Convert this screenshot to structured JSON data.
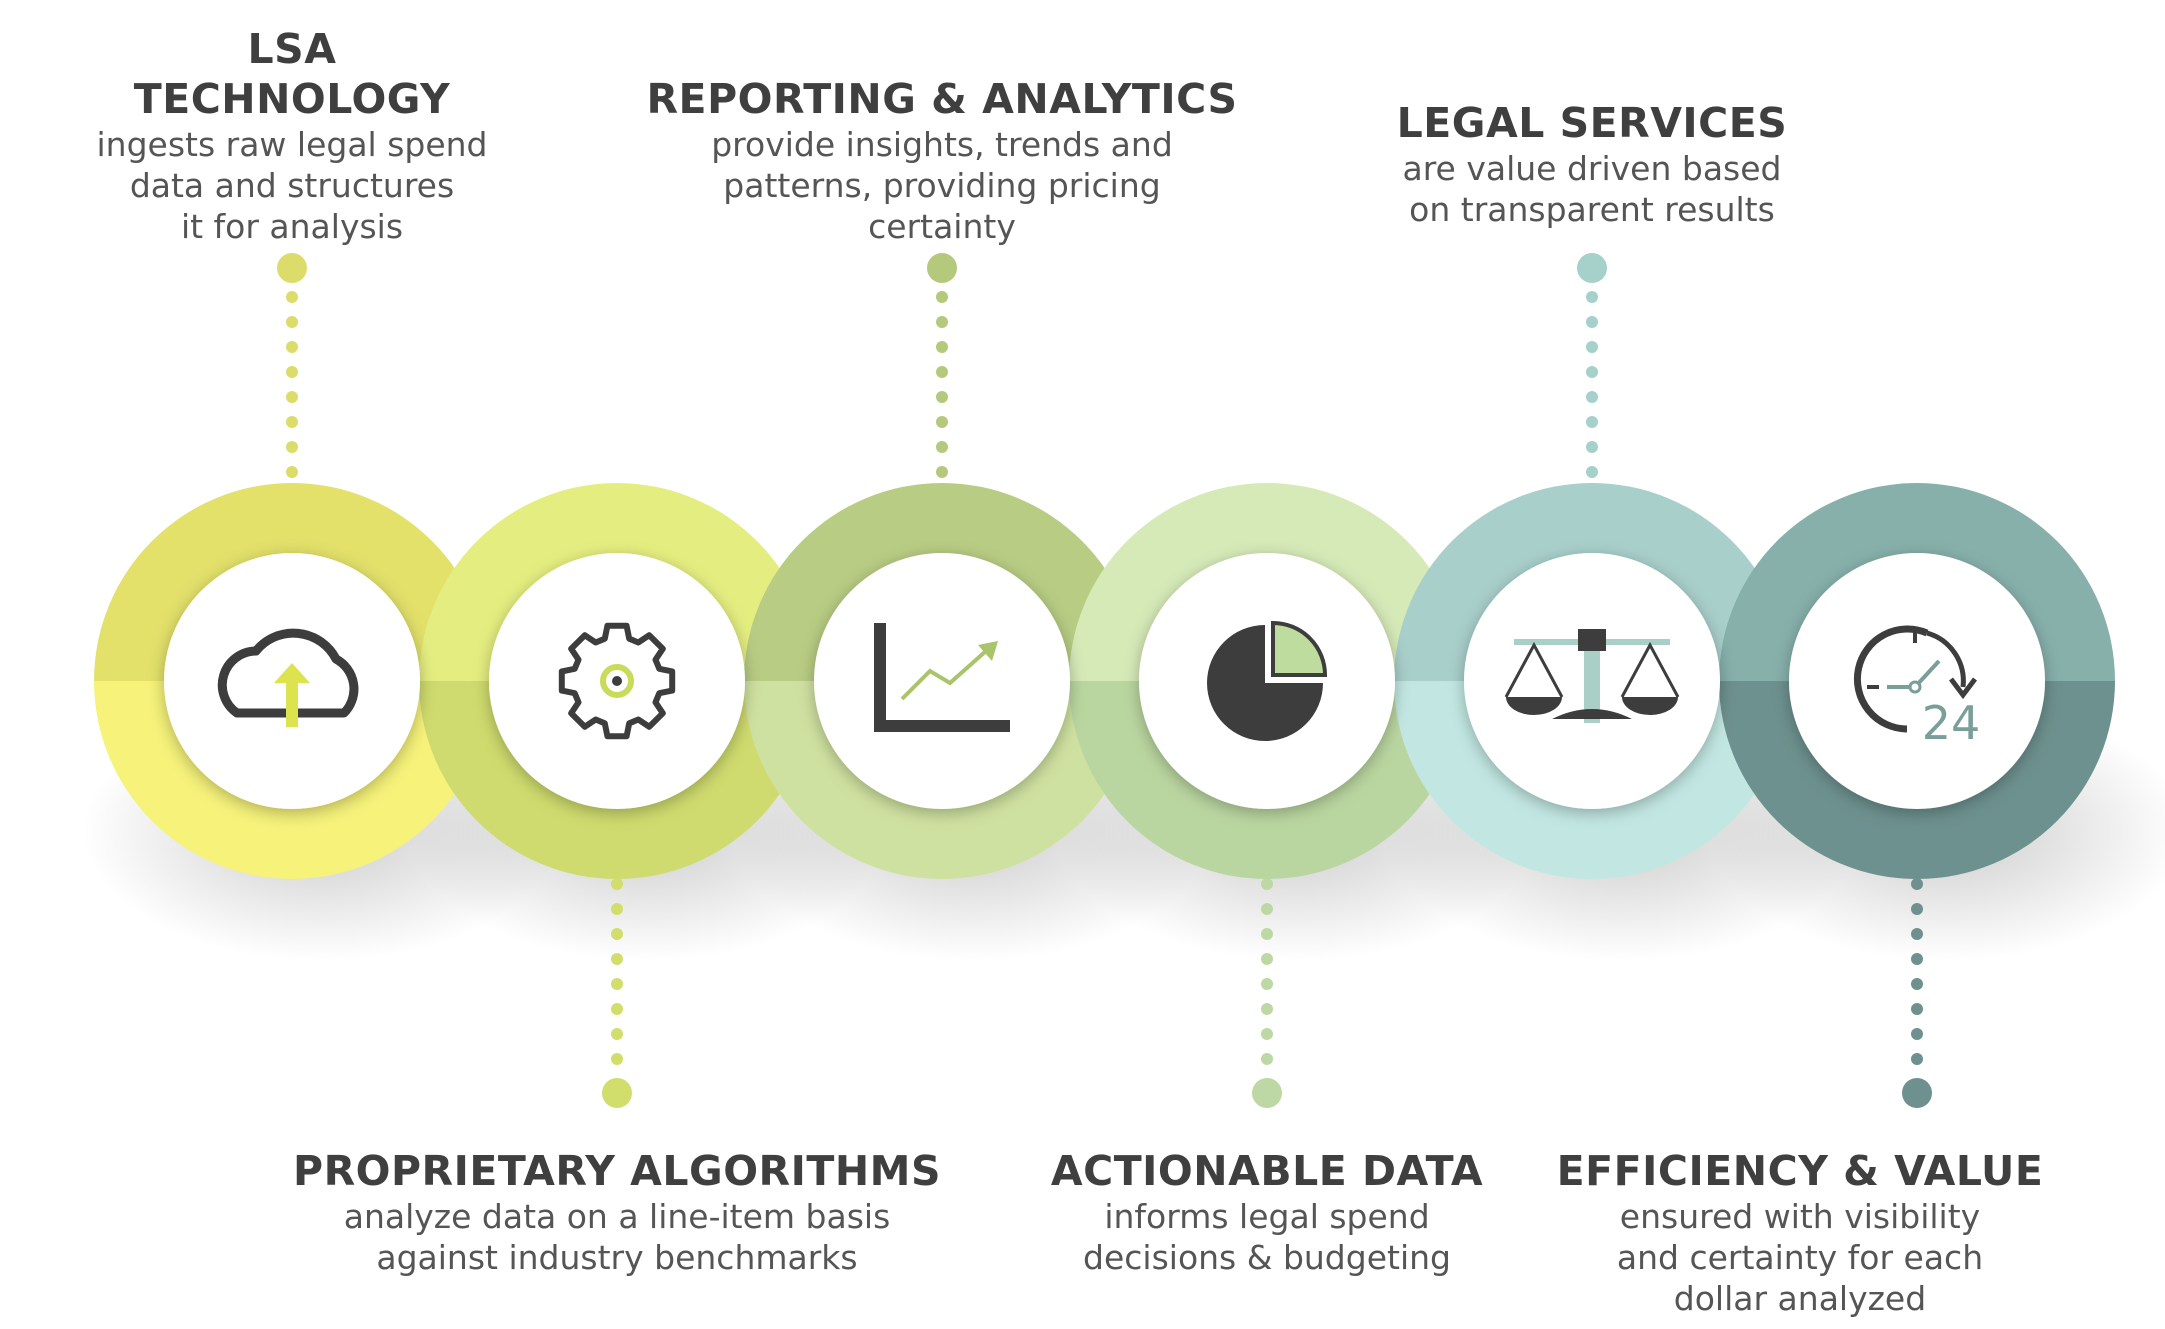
{
  "steps": [
    {
      "title": "LSA\nTECHNOLOGY",
      "description": "ingests raw legal spend\ndata and structures\nit for analysis",
      "icon": "cloud-upload-icon",
      "label_position": "top",
      "colors": {
        "light": "#f6f27a",
        "dark": "#e3e16a",
        "dot": "#dcdc6a",
        "icon_accent": "#dde24f"
      }
    },
    {
      "title": "PROPRIETARY ALGORITHMS",
      "description": "analyze data on a line-item basis\nagainst industry benchmarks",
      "icon": "gear-icon",
      "label_position": "bottom",
      "colors": {
        "light": "#e4ee80",
        "dark": "#cfdb6e",
        "dot": "#d2de6c",
        "icon_accent": "#c9db5a"
      }
    },
    {
      "title": "REPORTING & ANALYTICS",
      "description": "provide insights, trends and\npatterns, providing pricing\ncertainty",
      "icon": "trend-chart-icon",
      "label_position": "top",
      "colors": {
        "light": "#cfe1a0",
        "dark": "#b8cc83",
        "dot": "#b5c97c",
        "icon_accent": "#a9c46a"
      }
    },
    {
      "title": "ACTIONABLE DATA",
      "description": "informs legal spend\ndecisions & budgeting",
      "icon": "pie-chart-icon",
      "label_position": "bottom",
      "colors": {
        "light": "#d6eab8",
        "dark": "#bad6a0",
        "dot": "#bdd8a4",
        "icon_accent": "#bedc9e"
      }
    },
    {
      "title": "LEGAL SERVICES",
      "description": "are value driven based\non transparent results",
      "icon": "scales-icon",
      "label_position": "top",
      "colors": {
        "light": "#c2e7e2",
        "dark": "#a9cfcb",
        "dot": "#a6d0ca",
        "icon_accent": "#a9cfc7"
      }
    },
    {
      "title": "EFFICIENCY & VALUE",
      "description": "ensured with visibility\nand certainty for each\ndollar analyzed",
      "icon": "clock-24-icon",
      "label_position": "bottom",
      "colors": {
        "light": "#87b0ab",
        "dark": "#6d918e",
        "dot": "#6e918f",
        "icon_accent": "#7a9e9a"
      }
    }
  ],
  "clock_label": "24"
}
